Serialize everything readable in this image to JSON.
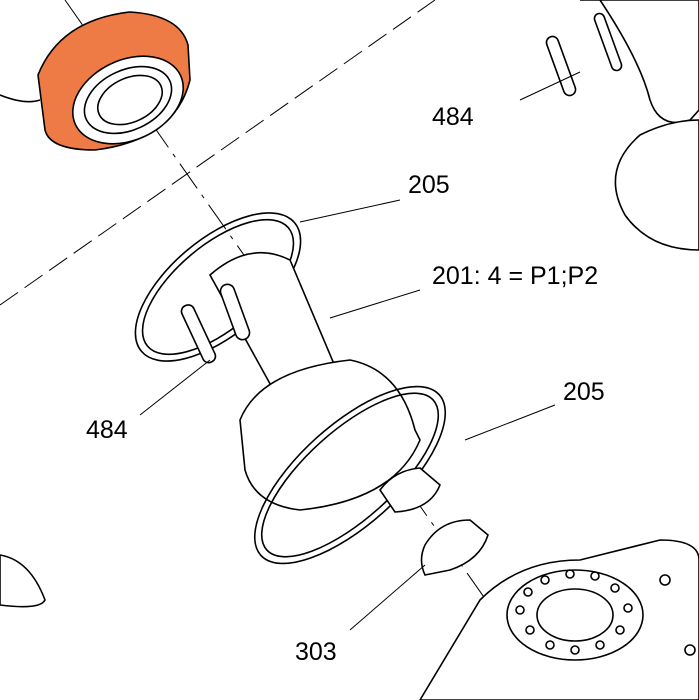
{
  "diagram": {
    "highlight_color": "#ee7b45",
    "labels": [
      {
        "id": "484-top",
        "text": "484"
      },
      {
        "id": "205-top",
        "text": "205"
      },
      {
        "id": "201",
        "text": "201: 4 = P1;P2"
      },
      {
        "id": "484-left",
        "text": "484"
      },
      {
        "id": "205-right",
        "text": "205"
      },
      {
        "id": "303",
        "text": "303"
      }
    ]
  }
}
